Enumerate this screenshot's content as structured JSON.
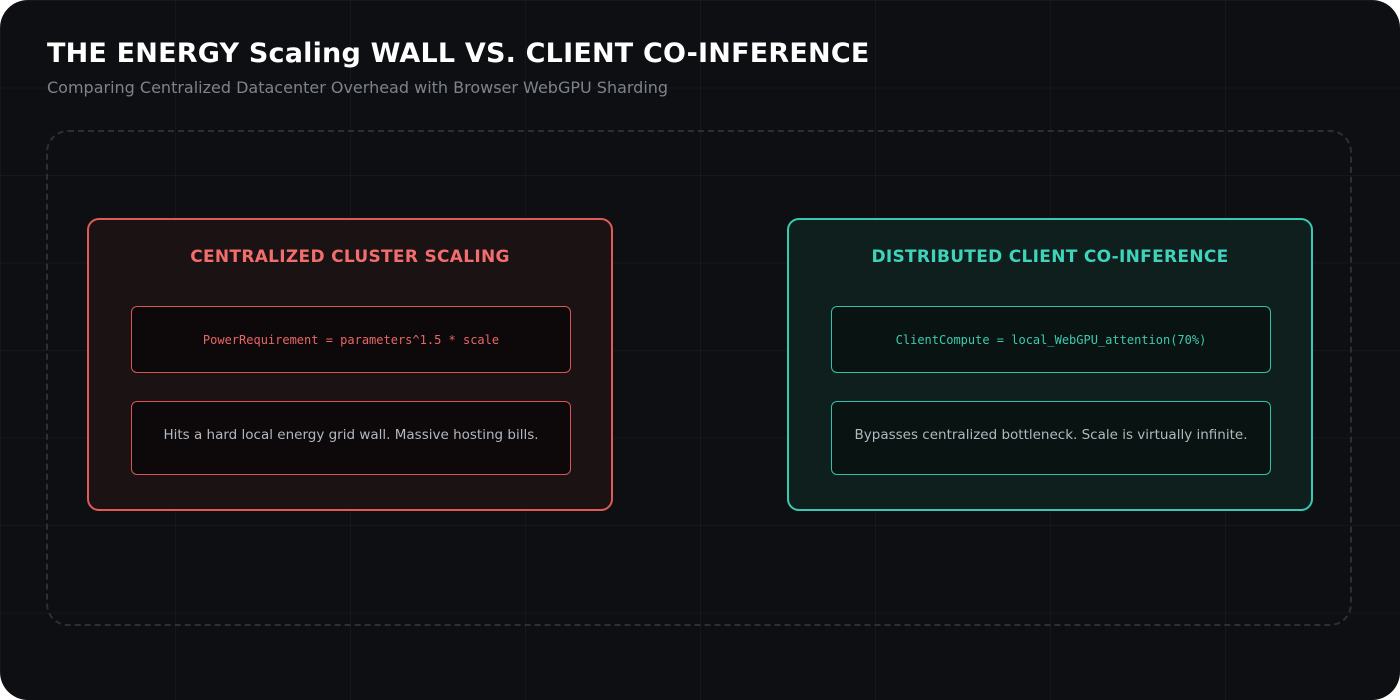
{
  "header": {
    "title": "THE ENERGY Scaling WALL VS. CLIENT CO-INFERENCE",
    "subtitle": "Comparing Centralized Datacenter Overhead with Browser WebGPU Sharding"
  },
  "panels": {
    "left": {
      "title": "CENTRALIZED CLUSTER SCALING",
      "formula": "PowerRequirement = parameters^1.5 * scale",
      "description": "Hits a hard local energy grid wall. Massive hosting bills.",
      "accent_color": "#e05a5a"
    },
    "right": {
      "title": "DISTRIBUTED CLIENT CO-INFERENCE",
      "formula": "ClientCompute = local_WebGPU_attention(70%)",
      "description": "Bypasses centralized bottleneck. Scale is virtually infinite.",
      "accent_color": "#38c9b2"
    }
  },
  "colors": {
    "background": "#0e0f13",
    "title": "#ffffff",
    "subtitle": "#7d828c",
    "frame_border": "#2c2f36"
  }
}
